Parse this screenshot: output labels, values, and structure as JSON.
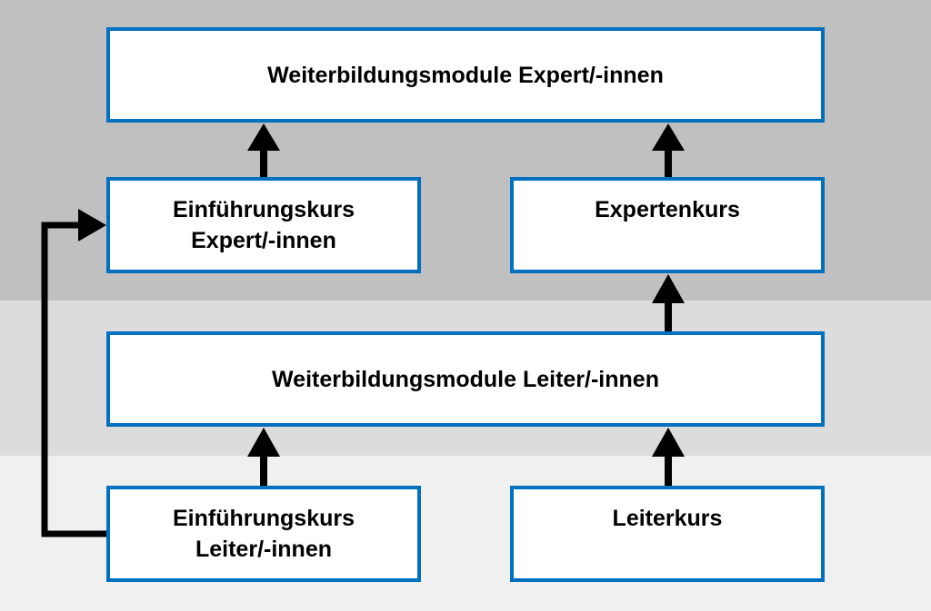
{
  "boxes": {
    "expert_modules": "Weiterbildungsmodule Expert/-innen",
    "intro_expert": "Einführungskurs\nExpert/-innen",
    "expert_course": "Expertenkurs",
    "leader_modules": "Weiterbildungsmodule Leiter/-innen",
    "intro_leader": "Einführungskurs\nLeiter/-innen",
    "leader_course": "Leiterkurs"
  },
  "colors": {
    "border": "#0070c0",
    "arrow": "#000000"
  }
}
